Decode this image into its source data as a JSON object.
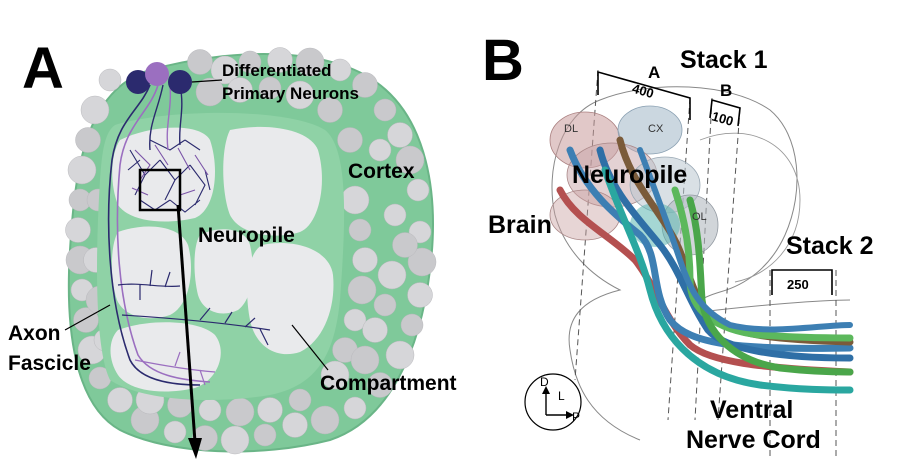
{
  "panel_a": {
    "letter": "A",
    "labels": {
      "neurons_line1": "Differentiated",
      "neurons_line2": "Primary Neurons",
      "cortex": "Cortex",
      "neuropile": "Neuropile",
      "axon_line1": "Axon",
      "axon_line2": "Fascicle",
      "compartment": "Compartment"
    }
  },
  "panel_b": {
    "letter": "B",
    "labels": {
      "stack1": "Stack 1",
      "stack2": "Stack 2",
      "region_a": "A",
      "region_b": "B",
      "box_400": "400",
      "box_100": "100",
      "box_250": "250",
      "dl": "DL",
      "cx": "CX",
      "ol": "OL",
      "neuropile": "Neuropile",
      "brain": "Brain",
      "vnc_line1": "Ventral",
      "vnc_line2": "Nerve Cord"
    },
    "compass": {
      "d": "D",
      "l": "L",
      "p": "P"
    }
  },
  "colors": {
    "cortex_green": "#7fc99a",
    "cell_gray": "#c9c9cc",
    "compartment_fill": "#e9eaec",
    "neuron_dark": "#2b2a6e",
    "neuron_purple": "#9b6fc0",
    "tract_blue": "#3d7fb3",
    "tract_green": "#5cb85c",
    "tract_brown": "#7b5b3a",
    "tract_red": "#b45050",
    "tract_teal": "#2aa7a0"
  }
}
